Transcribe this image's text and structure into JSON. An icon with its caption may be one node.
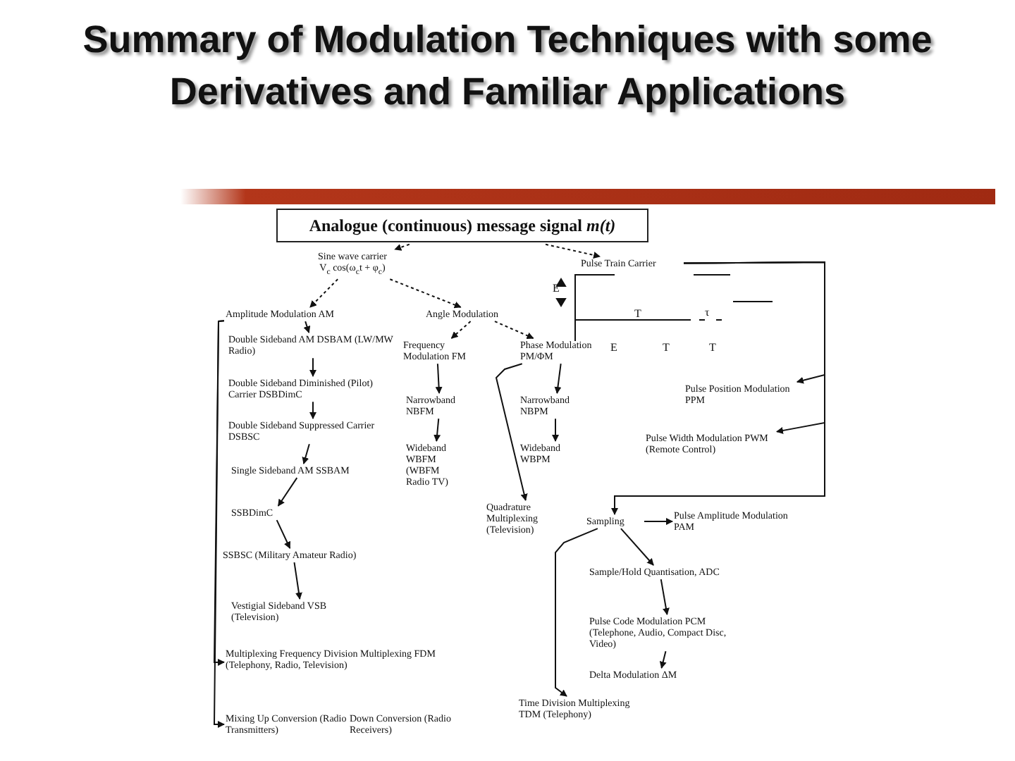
{
  "diagram": {
    "title": "Summary of Modulation Techniques with some Derivatives and Familiar Applications",
    "nodes": [
      {
        "text": [
          "Analogue (continuous) message signal *m(t)*"
        ]
      },
      {
        "text": [
          "Sine wave carrier",
          "V$_{c}$ cos(ω$_{c}$t + φ$_{c}$)"
        ]
      },
      {
        "text": [
          "Pulse Train Carrier"
        ]
      },
      {
        "text": [
          "Amplitude Modulation AM"
        ]
      },
      {
        "text": [
          "Angle Modulation"
        ]
      },
      {
        "text": [
          "Double Sideband AM DSBAM (LW/MW Radio)"
        ]
      },
      {
        "text": [
          "Frequency Modulation FM"
        ]
      },
      {
        "text": [
          "Phase Modulation PM/ΦM"
        ]
      },
      {
        "text": [
          "Double Sideband Diminished (Pilot) Carrier DSBDimC"
        ]
      },
      {
        "text": [
          "Narrowband NBFM"
        ]
      },
      {
        "text": [
          "Narrowband NBPM"
        ]
      },
      {
        "text": [
          "Double Sideband Suppressed Carrier DSBSC"
        ]
      },
      {
        "text": [
          "Wideband WBFM (WBFM Radio TV)"
        ]
      },
      {
        "text": [
          "Wideband WBPM"
        ]
      },
      {
        "text": [
          "Pulse Position Modulation PPM"
        ]
      },
      {
        "text": [
          "Pulse Width Modulation PWM (Remote Control)"
        ]
      },
      {
        "text": [
          "Single Sideband AM SSBAM"
        ]
      },
      {
        "text": [
          "SSBDimC"
        ]
      },
      {
        "text": [
          "Quadrature Multiplexing (Television)"
        ]
      },
      {
        "text": [
          "Sampling"
        ]
      },
      {
        "text": [
          "Pulse Amplitude Modulation PAM"
        ]
      },
      {
        "text": [
          "SSBSC (Military Amateur Radio)"
        ]
      },
      {
        "text": [
          "Vestigial Sideband VSB (Television)"
        ]
      },
      {
        "text": [
          "Sample/Hold Quantisation, ADC"
        ]
      },
      {
        "text": [
          "Multiplexing Frequency Division Multiplexing FDM (Telephony, Radio, Television)"
        ]
      },
      {
        "text": [
          "Pulse Code Modulation PCM (Telephone, Audio, Compact Disc, Video)"
        ]
      },
      {
        "text": [
          "Delta Modulation ΔM"
        ]
      },
      {
        "text": [
          "Mixing Up Conversion (Radio Transmitters)"
        ]
      },
      {
        "text": [
          "Down Conversion (Radio Receivers)"
        ]
      },
      {
        "text": [
          "Time Division Multiplexing TDM (Telephony)"
        ]
      }
    ],
    "edges": [
      {
        "from": 0,
        "to": 1,
        "arrow": "to",
        "style": "dashed"
      },
      {
        "from": 0,
        "to": 2,
        "arrow": "to",
        "style": "dashed"
      },
      {
        "from": 1,
        "to": 3,
        "arrow": "to",
        "style": "dashed"
      },
      {
        "from": 1,
        "to": 4,
        "arrow": "to",
        "style": "dashed"
      },
      {
        "from": 3,
        "to": 5,
        "arrow": "to"
      },
      {
        "from": 5,
        "to": 8,
        "arrow": "to"
      },
      {
        "from": 8,
        "to": 11,
        "arrow": "to"
      },
      {
        "from": 11,
        "to": 16,
        "arrow": "to"
      },
      {
        "from": 16,
        "to": 17,
        "arrow": "to"
      },
      {
        "from": 17,
        "to": 21,
        "arrow": "to"
      },
      {
        "from": 21,
        "to": 22,
        "arrow": "to"
      },
      {
        "from": 4,
        "to": 6,
        "arrow": "to",
        "style": "dashed"
      },
      {
        "from": 4,
        "to": 7,
        "arrow": "to",
        "style": "dashed"
      },
      {
        "from": 6,
        "to": 9,
        "arrow": "to"
      },
      {
        "from": 9,
        "to": 12,
        "arrow": "to"
      },
      {
        "from": 7,
        "to": 10,
        "arrow": "to"
      },
      {
        "from": 10,
        "to": 13,
        "arrow": "to"
      },
      {
        "from": 7,
        "to": 18,
        "arrow": "to"
      },
      {
        "from": 2,
        "to": 14,
        "arrow": "to"
      },
      {
        "from": 2,
        "to": 15,
        "arrow": "to"
      },
      {
        "from": 2,
        "to": 19,
        "arrow": "to"
      },
      {
        "from": 19,
        "to": 20,
        "arrow": "to"
      },
      {
        "from": 19,
        "to": 23,
        "arrow": "to"
      },
      {
        "from": 23,
        "to": 25,
        "arrow": "to"
      },
      {
        "from": 25,
        "to": 26,
        "arrow": "to"
      },
      {
        "from": 19,
        "to": 29,
        "arrow": "to"
      },
      {
        "from": 3,
        "to": 24,
        "arrow": "to"
      },
      {
        "from": 3,
        "to": 27,
        "arrow": "to"
      }
    ],
    "labels": [
      "E",
      "T",
      "τ",
      "E",
      "T",
      "T"
    ]
  }
}
